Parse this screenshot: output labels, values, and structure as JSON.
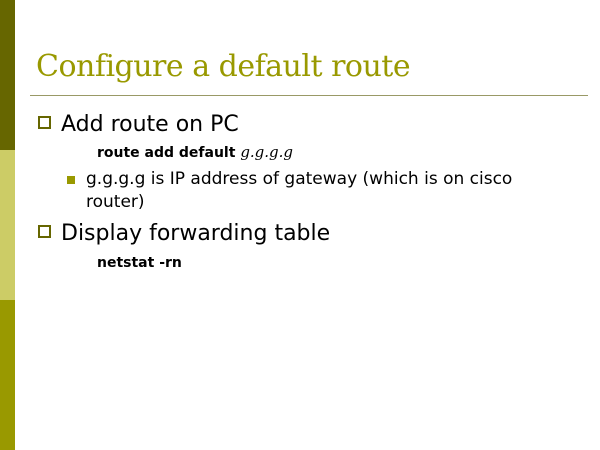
{
  "slide": {
    "title": "Configure a default route",
    "colors": {
      "bar_top": "#666600",
      "bar_mid": "#cccc66",
      "bar_bottom": "#999900",
      "title": "#999900"
    },
    "bullets": [
      {
        "text": "Add route on PC",
        "command": "route add default",
        "command_arg": "g.g.g.g",
        "sub": "g.g.g.g is IP address of gateway (which is on cisco router)"
      },
      {
        "text": "Display forwarding table",
        "command": "netstat -rn"
      }
    ]
  }
}
